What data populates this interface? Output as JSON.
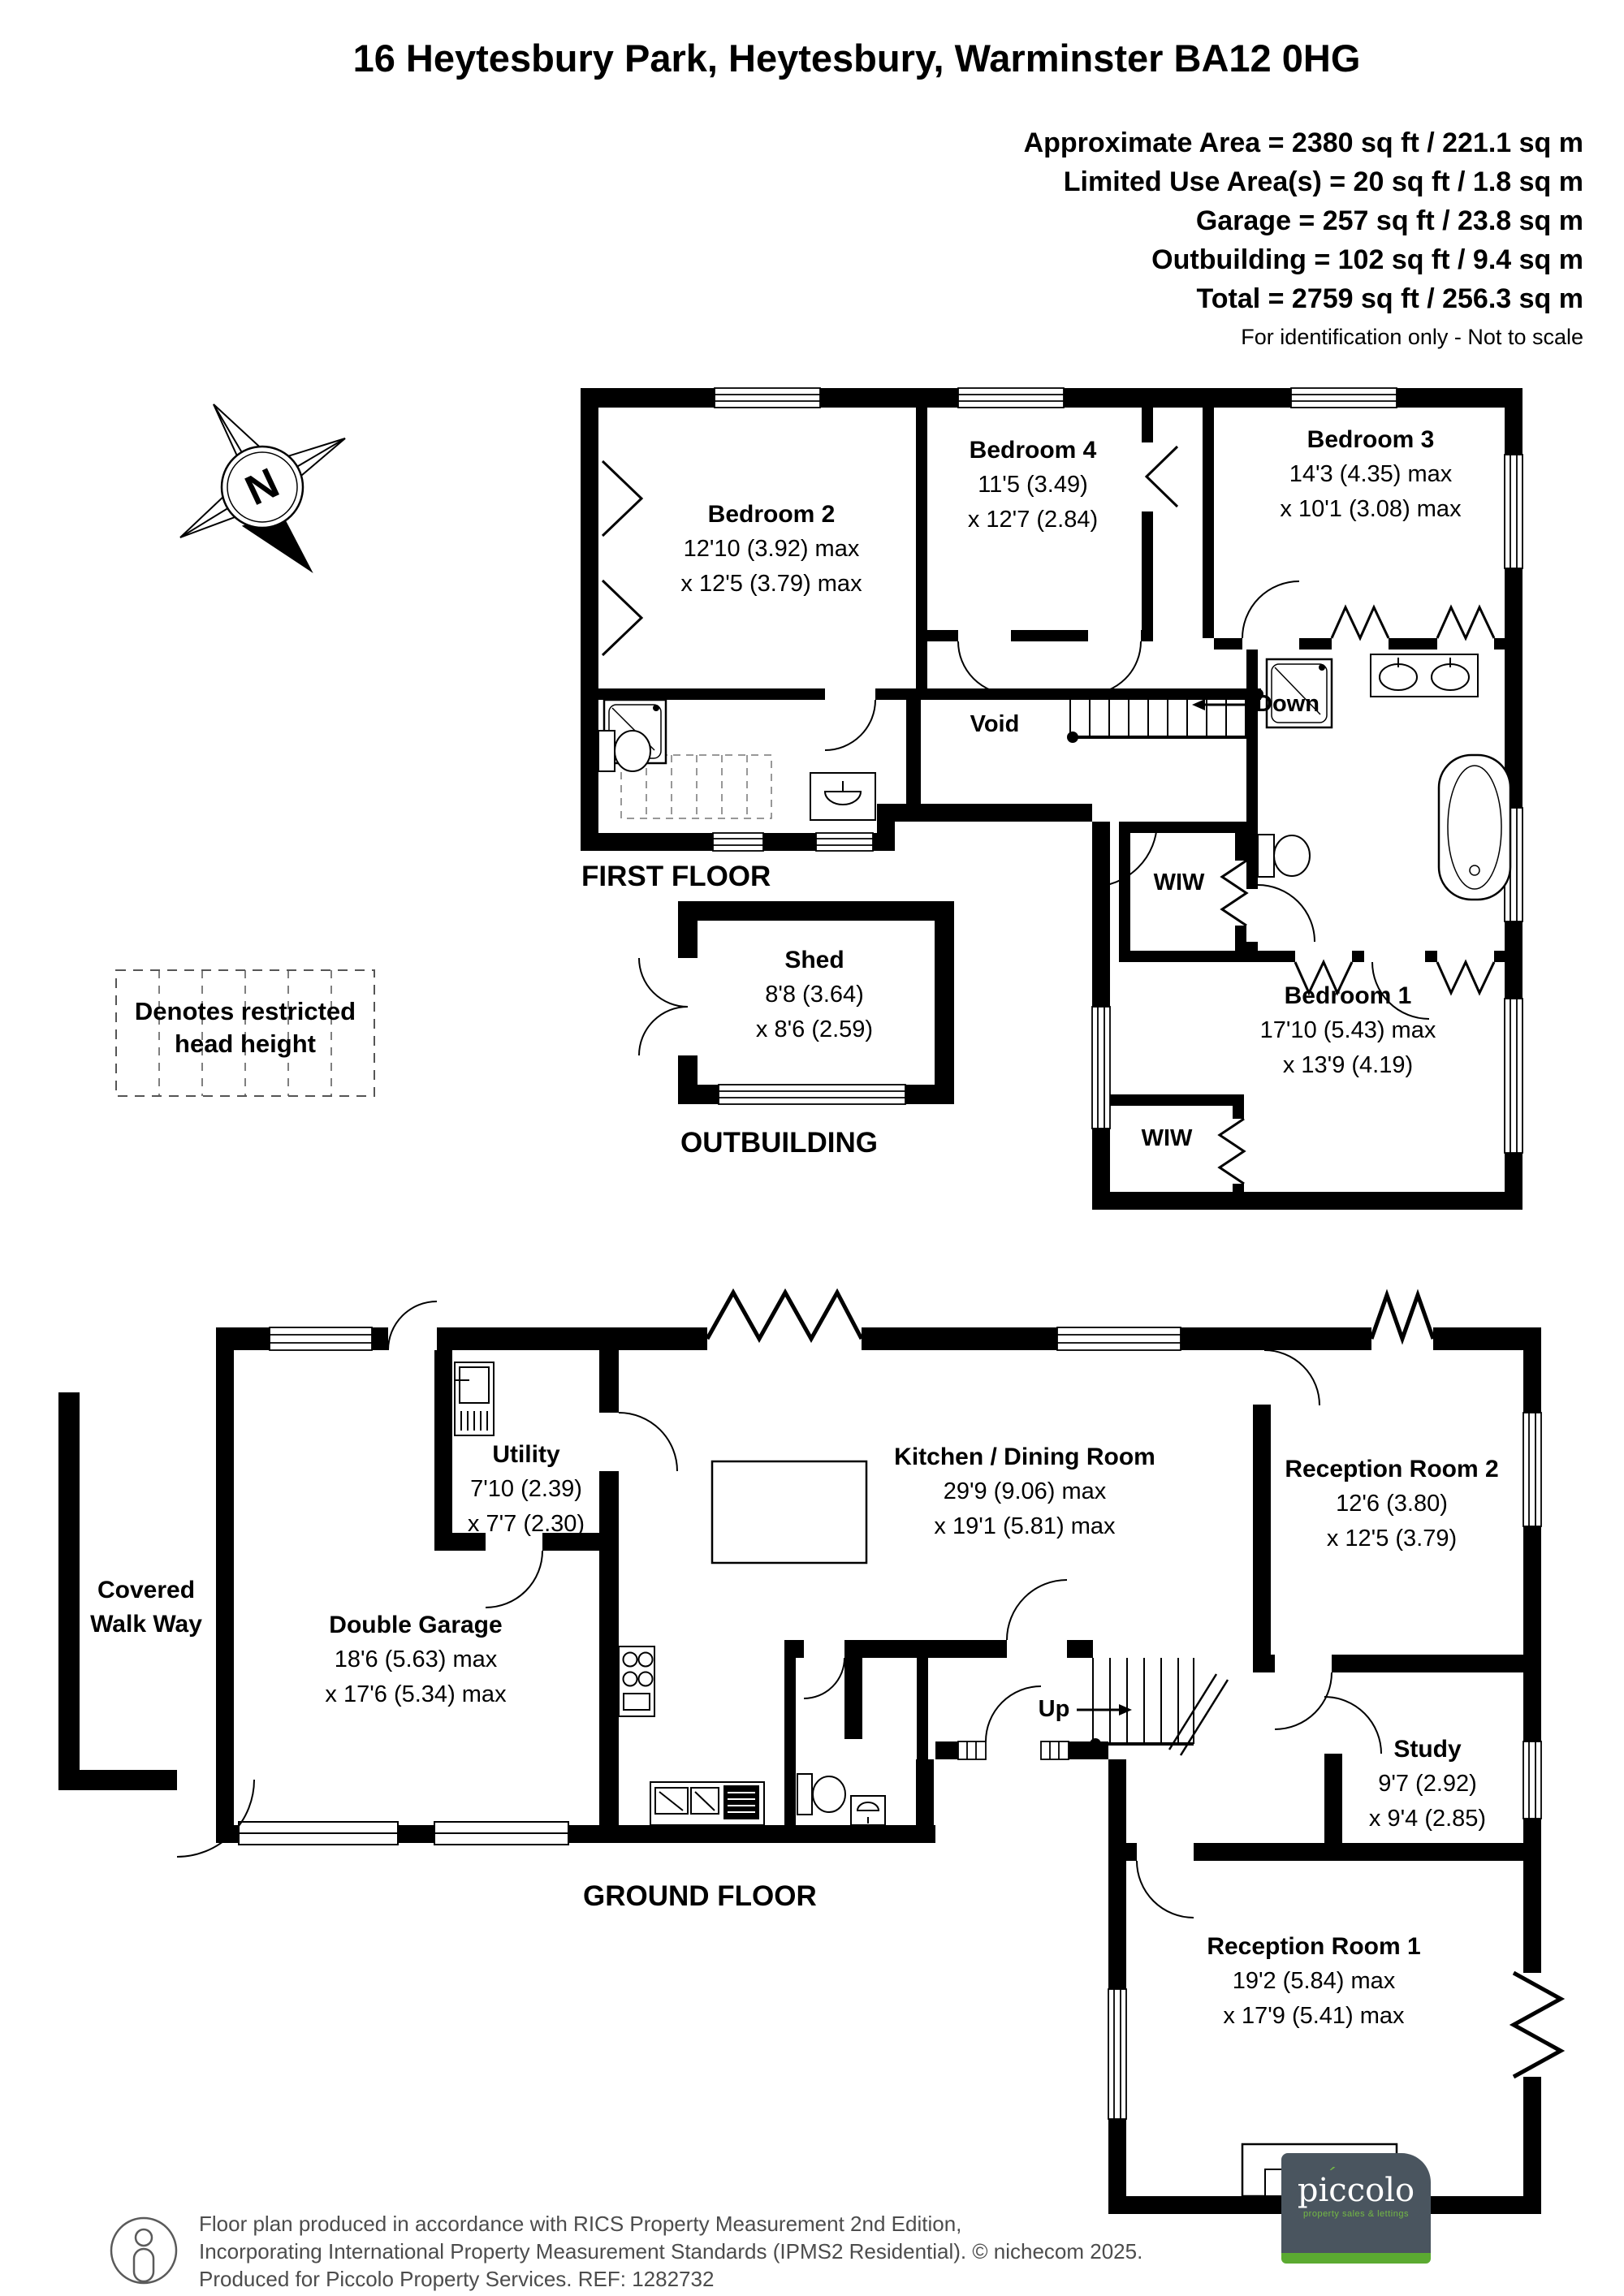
{
  "header": {
    "title": "16 Heytesbury Park, Heytesbury, Warminster BA12 0HG",
    "area_lines": [
      "Approximate Area = 2380 sq ft / 221.1 sq m",
      "Limited Use Area(s) = 20 sq ft / 1.8 sq m",
      "Garage = 257 sq ft / 23.8 sq m",
      "Outbuilding = 102 sq ft / 9.4 sq m",
      "Total = 2759 sq ft / 256.3 sq m"
    ],
    "disclaimer": "For identification only - Not to scale"
  },
  "compass": {
    "north_label": "N"
  },
  "legend": {
    "line1": "Denotes restricted",
    "line2": "head height"
  },
  "first_floor": {
    "label": "FIRST FLOOR",
    "rooms": {
      "bedroom2": {
        "name": "Bedroom 2",
        "dim1": "12'10 (3.92) max",
        "dim2": "x 12'5 (3.79) max"
      },
      "bedroom4": {
        "name": "Bedroom 4",
        "dim1": "11'5 (3.49)",
        "dim2": "x 12'7 (2.84)"
      },
      "bedroom3": {
        "name": "Bedroom 3",
        "dim1": "14'3 (4.35) max",
        "dim2": "x 10'1 (3.08) max"
      },
      "bedroom1": {
        "name": "Bedroom 1",
        "dim1": "17'10 (5.43) max",
        "dim2": "x 13'9 (4.19)"
      }
    },
    "annotations": {
      "void": "Void",
      "down": "Down",
      "wiw_top": "WIW",
      "wiw_bottom": "WIW"
    }
  },
  "outbuilding": {
    "label": "OUTBUILDING",
    "shed": {
      "name": "Shed",
      "dim1": "8'8 (3.64)",
      "dim2": "x 8'6 (2.59)"
    }
  },
  "ground_floor": {
    "label": "GROUND FLOOR",
    "rooms": {
      "utility": {
        "name": "Utility",
        "dim1": "7'10 (2.39)",
        "dim2": "x 7'7 (2.30)"
      },
      "kitchen": {
        "name": "Kitchen / Dining Room",
        "dim1": "29'9 (9.06) max",
        "dim2": "x 19'1 (5.81) max"
      },
      "reception2": {
        "name": "Reception Room 2",
        "dim1": "12'6 (3.80)",
        "dim2": "x 12'5 (3.79)"
      },
      "garage": {
        "name": "Double Garage",
        "dim1": "18'6 (5.63) max",
        "dim2": "x 17'6 (5.34) max"
      },
      "study": {
        "name": "Study",
        "dim1": "9'7 (2.92)",
        "dim2": "x 9'4 (2.85)"
      },
      "reception1": {
        "name": "Reception Room 1",
        "dim1": "19'2 (5.84) max",
        "dim2": "x 17'9 (5.41) max"
      },
      "covered_walkway": {
        "line1": "Covered",
        "line2": "Walk Way"
      }
    },
    "annotations": {
      "up": "Up"
    }
  },
  "footer": {
    "line1": "Floor plan produced in accordance with RICS Property Measurement 2nd Edition,",
    "line2": "Incorporating International Property Measurement Standards (IPMS2 Residential).  © nichecom 2025.",
    "line3": "Produced for Piccolo Property Services.   REF:  1282732",
    "logo": {
      "brand": "piccolo",
      "accent": "´",
      "tagline": "property sales & lettings",
      "colors": {
        "background": "#4a555f",
        "green": "#5baa31"
      }
    }
  }
}
